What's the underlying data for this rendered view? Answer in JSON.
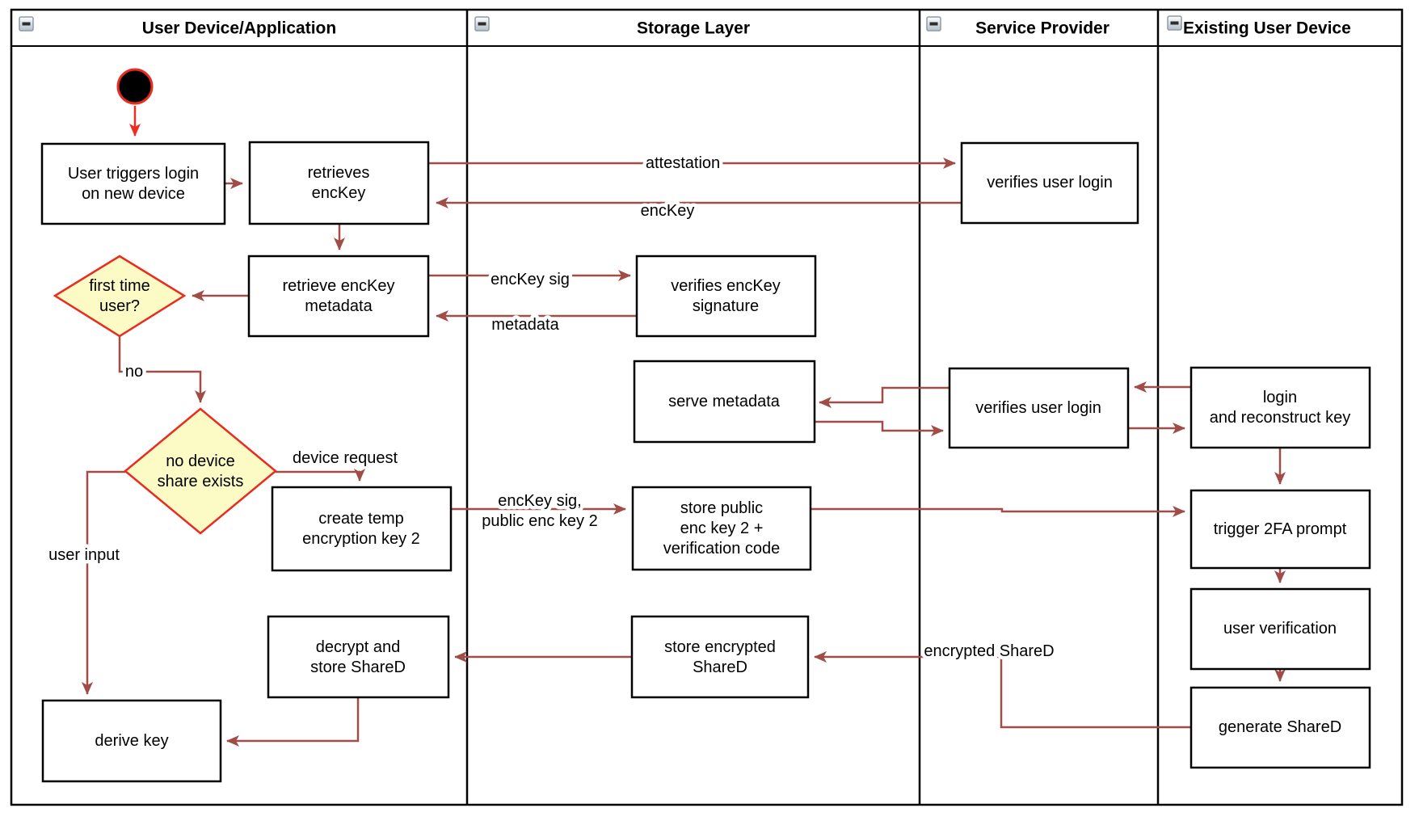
{
  "lanes": [
    {
      "title": "User Device/Application"
    },
    {
      "title": "Storage Layer"
    },
    {
      "title": "Service Provider"
    },
    {
      "title": "Existing User Device"
    }
  ],
  "collapse_icon": "minus-icon",
  "nodes": {
    "user_triggers": {
      "lines": [
        "User triggers login",
        "on new device"
      ]
    },
    "retrieves_enckey": {
      "lines": [
        "retrieves",
        "encKey"
      ]
    },
    "retrieve_metadata": {
      "lines": [
        "retrieve encKey",
        "metadata"
      ]
    },
    "first_time_user": {
      "lines": [
        "first time",
        "user?"
      ]
    },
    "no_device_share": {
      "lines": [
        "no device",
        "share exists"
      ]
    },
    "create_temp_key": {
      "lines": [
        "create temp",
        "encryption key 2"
      ]
    },
    "decrypt_store": {
      "lines": [
        "decrypt and",
        "store ShareD"
      ]
    },
    "derive_key": {
      "lines": [
        "derive key"
      ]
    },
    "verifies_enckey_sig": {
      "lines": [
        "verifies encKey",
        "signature"
      ]
    },
    "serve_metadata": {
      "lines": [
        "serve metadata"
      ]
    },
    "store_public": {
      "lines": [
        "store public",
        "enc key 2 +",
        "verification code"
      ]
    },
    "store_encrypted": {
      "lines": [
        "store encrypted",
        "ShareD"
      ]
    },
    "verifies_user_login_top": {
      "lines": [
        "verifies user login"
      ]
    },
    "verifies_user_login_mid": {
      "lines": [
        "verifies user login"
      ]
    },
    "login_reconstruct": {
      "lines": [
        "login",
        "and reconstruct key"
      ]
    },
    "trigger_2fa": {
      "lines": [
        "trigger 2FA prompt"
      ]
    },
    "user_verification": {
      "lines": [
        "user verification"
      ]
    },
    "generate_shared": {
      "lines": [
        "generate ShareD"
      ]
    }
  },
  "edges": {
    "attestation": {
      "label": "attestation"
    },
    "enckey": {
      "label": "encKey"
    },
    "enckey_sig": {
      "label": "encKey sig"
    },
    "metadata": {
      "label": "metadata"
    },
    "no": {
      "label": "no"
    },
    "device_request": {
      "label": "device request"
    },
    "user_input": {
      "label": "user input"
    },
    "enckey_sig_public": {
      "lines": [
        "encKey sig,",
        "public enc key 2"
      ]
    },
    "encrypted_shared": {
      "label": "encrypted ShareD"
    }
  },
  "colors": {
    "arrow": "#A04D48",
    "start_arrow": "#EF2B23",
    "decision_fill": "#FCFBC6",
    "decision_border": "#E92C1E",
    "node_border": "#000000",
    "node_fill": "#FFFFFF",
    "start_fill": "#000000",
    "start_border": "#E92C1E",
    "lane_border": "#000000"
  }
}
